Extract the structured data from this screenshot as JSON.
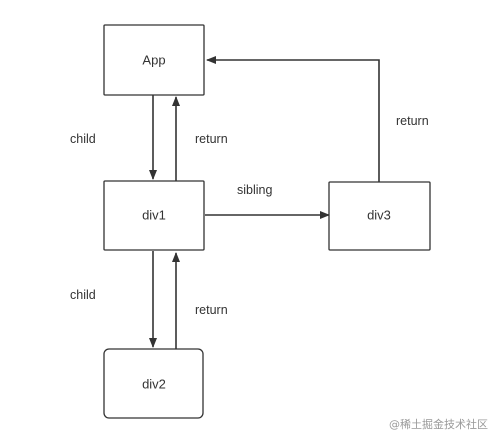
{
  "nodes": {
    "app": "App",
    "div1": "div1",
    "div2": "div2",
    "div3": "div3"
  },
  "edge_labels": {
    "child_app_div1": "child",
    "return_div1_app": "return",
    "sibling_div1_div3": "sibling",
    "return_div3_app": "return",
    "child_div1_div2": "child",
    "return_div2_div1": "return"
  },
  "watermark": "@稀土掘金技术社区",
  "colors": {
    "stroke": "#333333",
    "text": "#333333",
    "watermark": "#9a9a9a",
    "background": "#ffffff"
  }
}
